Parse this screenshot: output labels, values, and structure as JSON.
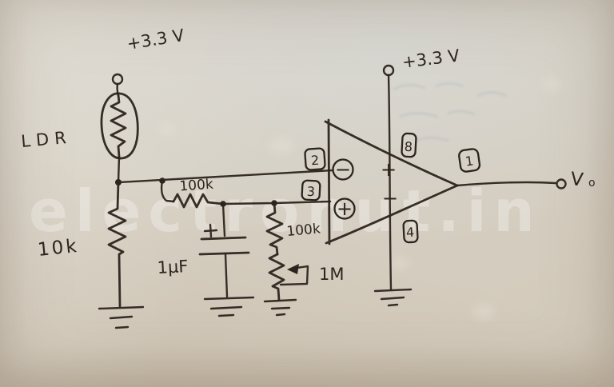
{
  "watermark": "electronut.in",
  "colors": {
    "paper": "#d6cfc2",
    "ink": "#2d241f",
    "watermark_fill": "#ffffff"
  },
  "schematic": {
    "supply_left_label": "+3.3 V",
    "supply_right_label": "+3.3 V",
    "ldr_label": "LDR",
    "resistor_bottom_label": "10k",
    "resistor_series_label": "100k",
    "capacitor_label": "1µF",
    "resistor_ref_label": "100k",
    "pot_label": "1M",
    "output_label": "V",
    "output_label_sub": "o",
    "opamp": {
      "pin_inverting": "2",
      "pin_noninverting": "3",
      "pin_vplus": "8",
      "pin_vminus": "4",
      "pin_output": "1",
      "input_inverting_sign": "−",
      "input_noninverting_sign": "+",
      "vplus_sign": "+",
      "vminus_sign": "−"
    }
  }
}
